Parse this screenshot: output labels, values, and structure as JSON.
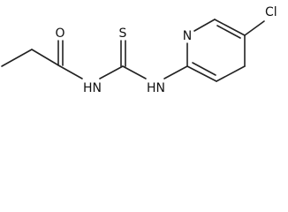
{
  "molecule": {
    "atoms": {
      "o": "O",
      "s": "S",
      "cl": "Cl",
      "n_ring": "N",
      "nh_left_h": "H",
      "nh_left_n": "N",
      "nh_right_h": "H",
      "nh_right_n": "N"
    }
  }
}
